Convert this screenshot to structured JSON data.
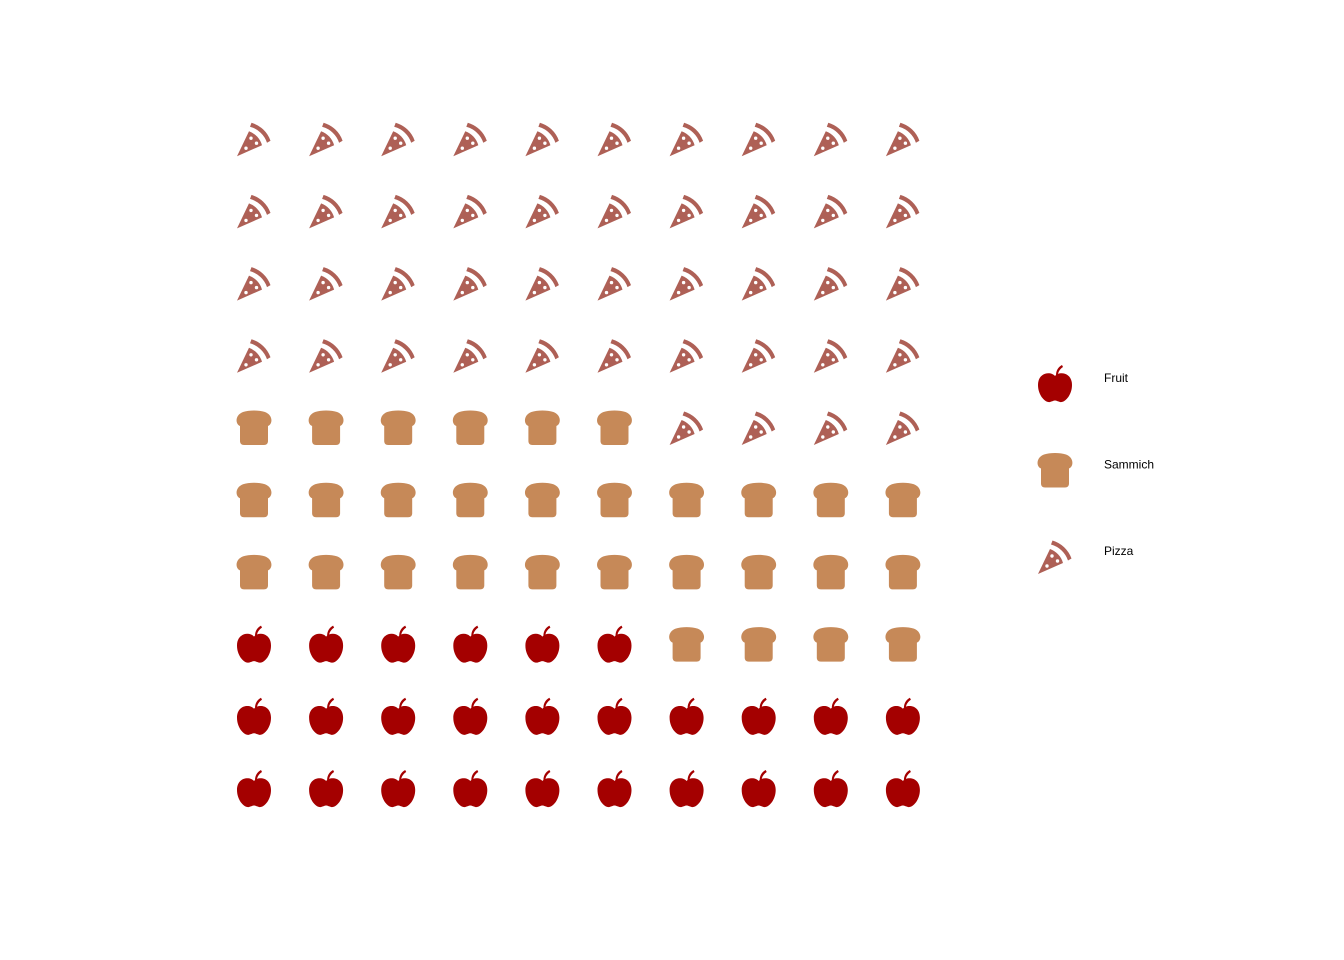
{
  "chart_data": {
    "type": "waffle",
    "rows": 10,
    "columns": 10,
    "fill_order": "bottom-left, left-to-right, upward",
    "series": [
      {
        "name": "Fruit",
        "value": 26,
        "icon": "apple-icon",
        "color": "#a40000"
      },
      {
        "name": "Sammich",
        "value": 30,
        "icon": "bread-icon",
        "color": "#c68958"
      },
      {
        "name": "Pizza",
        "value": 44,
        "icon": "pizza-icon",
        "color": "#ae6056"
      }
    ],
    "legend": {
      "position": "right",
      "items": [
        "Fruit",
        "Sammich",
        "Pizza"
      ]
    },
    "title": "",
    "xlabel": "",
    "ylabel": ""
  }
}
